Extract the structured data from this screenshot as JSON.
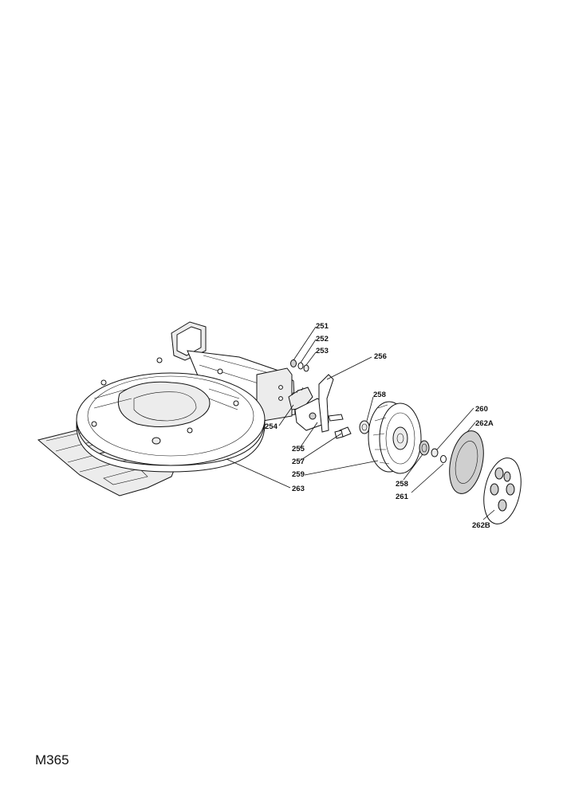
{
  "page_code": "M365",
  "callouts": {
    "c251": "251",
    "c252": "252",
    "c253": "253",
    "c254": "254",
    "c255": "255",
    "c256": "256",
    "c257": "257",
    "c258a": "258",
    "c258b": "258",
    "c259": "259",
    "c260": "260",
    "c261": "261",
    "c262A": "262A",
    "c262B": "262B",
    "c263": "263"
  }
}
